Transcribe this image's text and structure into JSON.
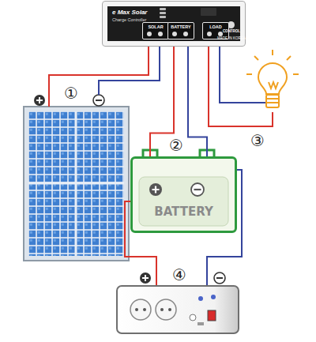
{
  "diagram": {
    "nodes": [
      {
        "text": [
          "e Max Solar",
          "Charge Controller"
        ]
      },
      {
        "text": [
          "SOLAR"
        ],
        "in": 0
      },
      {
        "text": [
          "BATTERY"
        ],
        "in": 0
      },
      {
        "text": [
          "LOAD"
        ],
        "in": 0
      },
      {
        "text": [
          "BATTERY"
        ]
      }
    ],
    "edges": [
      {
        "from": 2,
        "to": 4,
        "arrow": "none"
      }
    ],
    "labels": [
      "①",
      "②",
      "③",
      "④",
      "CONTROL",
      "MADE IN KOREA"
    ]
  }
}
